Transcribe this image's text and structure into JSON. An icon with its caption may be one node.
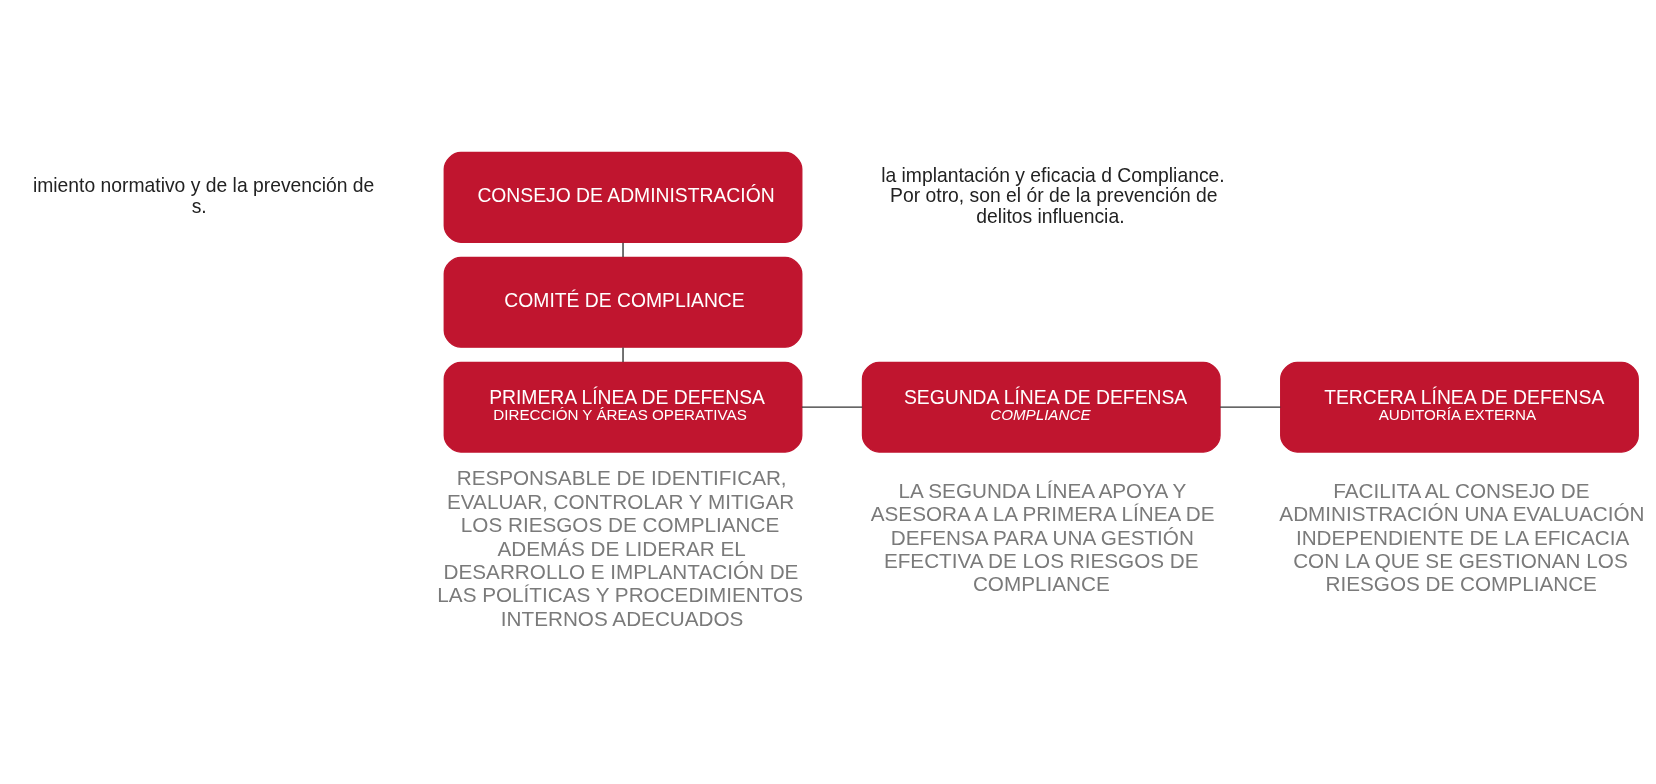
{
  "diagram": {
    "nodes": [
      {
        "text": [
          "CONSEJO DE ADMINISTRACIÓN"
        ]
      },
      {
        "text": [
          "COMITÉ DE COMPLIANCE"
        ]
      },
      {
        "text": [
          "PRIMERA LÍNEA DE DEFENSA",
          "DIRECCIÓN Y ÁREAS OPERATIVAS"
        ],
        "beside": [
          "RESPONSABLE DE IDENTIFICAR, EVALUAR, CONTROLAR Y MITIGAR LOS RIESGOS DE COMPLIANCE ADEMÁS DE LIDERAR EL DESARROLLO E IMPLANTACIÓN DE LAS POLÍTICAS Y PROCEDIMIENTOS INTERNOS ADECUADOS"
        ]
      },
      {
        "text": [
          "SEGUNDA LÍNEA DE DEFENSA",
          "COMPLIANCE"
        ],
        "beside": [
          "LA SEGUNDA LÍNEA APOYA Y ASESORA A LA PRIMERA LÍNEA DE DEFENSA PARA UNA GESTIÓN EFECTIVA DE LOS RIESGOS DE COMPLIANCE"
        ]
      },
      {
        "text": [
          "TERCERA LÍNEA DE DEFENSA",
          "AUDITORÍA EXTERNA"
        ],
        "beside": [
          "FACILITA AL CONSEJO DE ADMINISTRACIÓN UNA EVALUACIÓN INDEPENDIENTE DE LA EFICACIA CON LA QUE SE GESTIONAN LOS RIESGOS DE COMPLIANCE"
        ]
      }
    ],
    "edges": [
      {
        "from": 0,
        "to": 1,
        "arrow": "none"
      },
      {
        "from": 1,
        "to": 2,
        "arrow": "none"
      },
      {
        "from": 2,
        "to": 3,
        "arrow": "none"
      },
      {
        "from": 3,
        "to": 4,
        "arrow": "none"
      }
    ],
    "labels": [
      "imiento normativo y de la prevención de s.",
      "la implantación y eficacia d Compliance. Por otro, son el ór de la prevención de delitos influencia."
    ]
  }
}
